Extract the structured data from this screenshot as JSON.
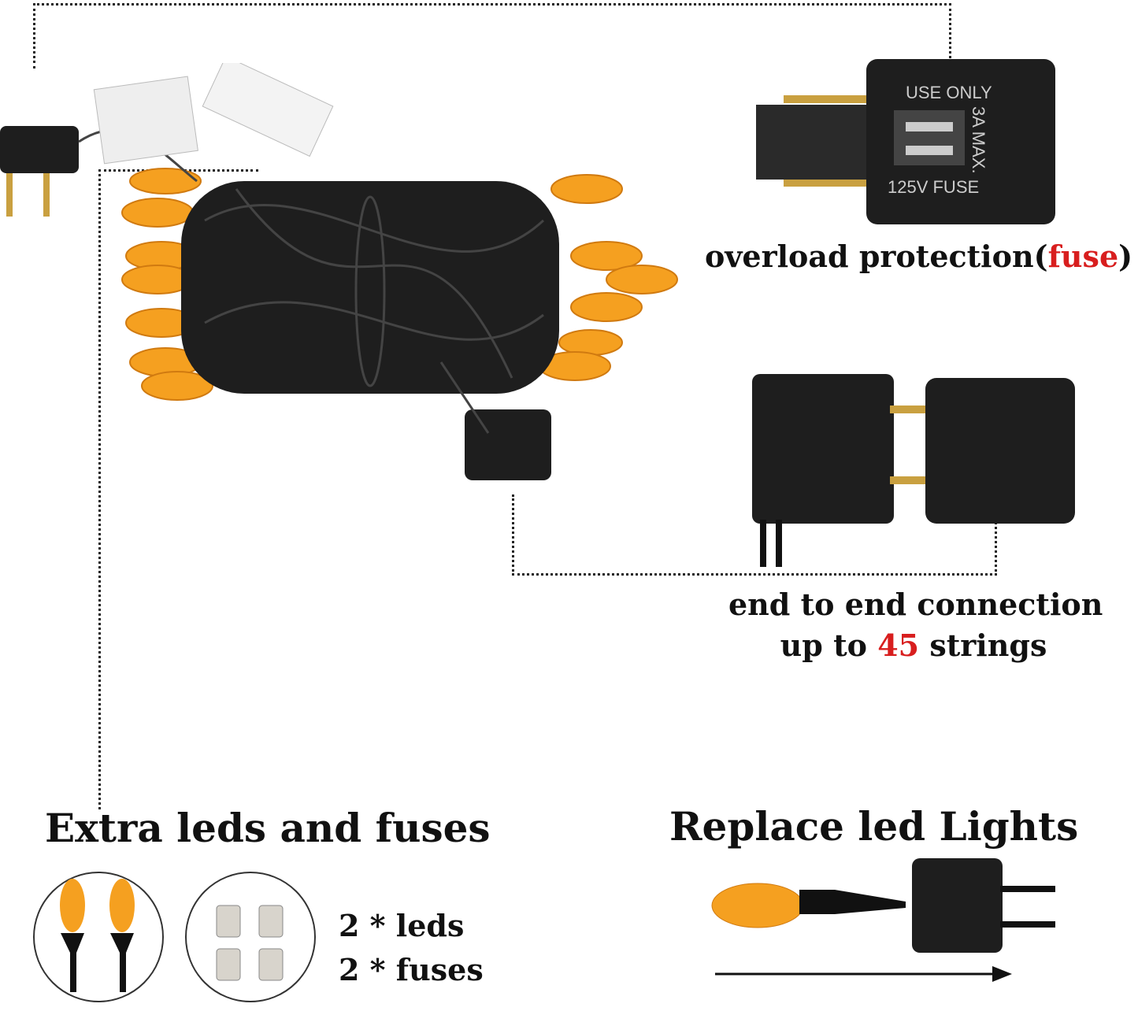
{
  "fuse_plug": {
    "label_lines": [
      "USE ONLY",
      "3A MAX.",
      "125V FUSE"
    ]
  },
  "overload": {
    "prefix": "overload protection(",
    "highlight": "fuse",
    "suffix": ")"
  },
  "connection": {
    "line1": "end to end connection",
    "line2_prefix": "up to ",
    "line2_number": "45",
    "line2_suffix": " strings"
  },
  "extras": {
    "title": "Extra leds and fuses",
    "leds": "2 * leds",
    "fuses": "2 * fuses"
  },
  "replace": {
    "title": "Replace led Lights"
  },
  "colors": {
    "accent": "#d81e1e",
    "bulb": "#f5a020",
    "wire": "#1a1a1a"
  }
}
